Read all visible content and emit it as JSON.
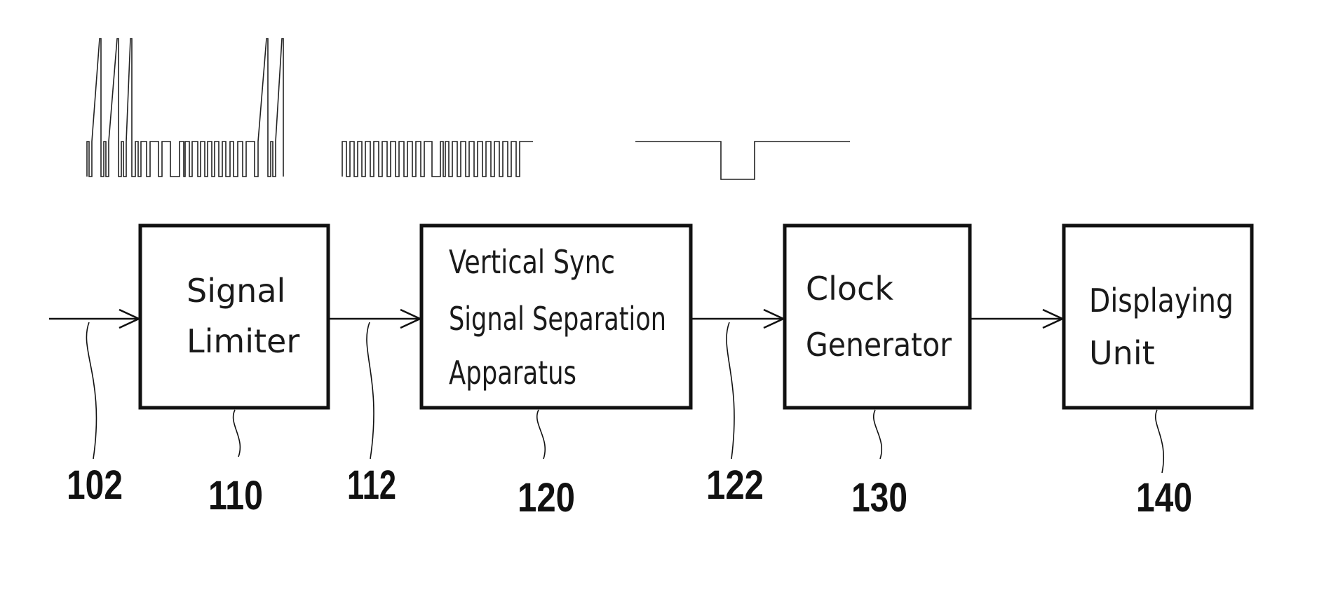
{
  "blocks": [
    {
      "id": "signal-limiter",
      "lines": [
        "Signal",
        "Limiter"
      ],
      "ref": "110"
    },
    {
      "id": "vsync-separation",
      "lines": [
        "Vertical Sync",
        "Signal Separation",
        "Apparatus"
      ],
      "ref": "120"
    },
    {
      "id": "clock-generator",
      "lines": [
        "Clock",
        "Generator"
      ],
      "ref": "130"
    },
    {
      "id": "displaying-unit",
      "lines": [
        "Displaying",
        "Unit"
      ],
      "ref": "140"
    }
  ],
  "signals": [
    {
      "id": "input-signal",
      "ref": "102"
    },
    {
      "id": "limited-signal",
      "ref": "112"
    },
    {
      "id": "vsync-signal",
      "ref": "122"
    }
  ]
}
